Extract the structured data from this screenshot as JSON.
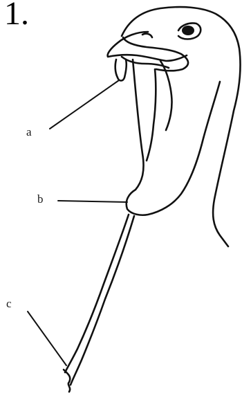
{
  "question": {
    "number": "1."
  },
  "labels": {
    "a": "a",
    "b": "b",
    "c": "c"
  },
  "colors": {
    "ink": "#111111",
    "background": "#ffffff"
  }
}
